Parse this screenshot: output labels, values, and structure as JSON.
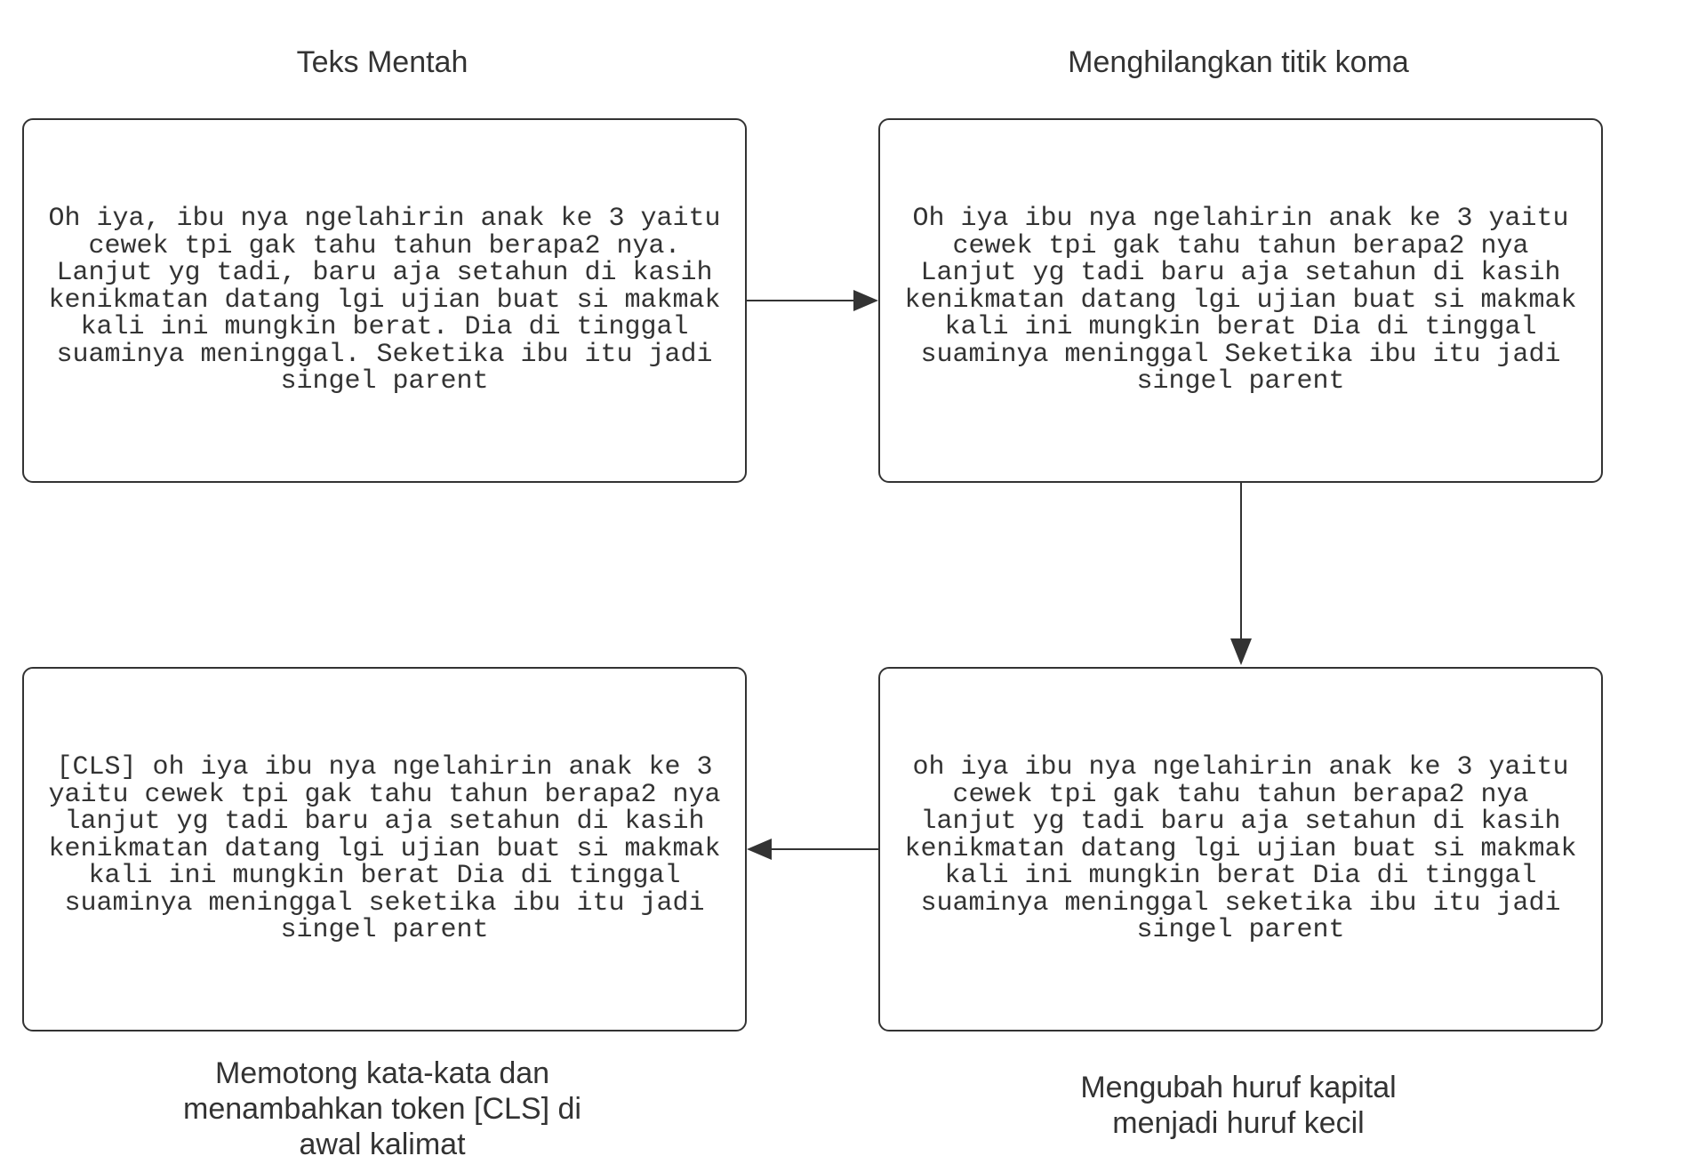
{
  "steps": [
    {
      "title": "Teks Mentah",
      "text": "Oh iya, ibu nya ngelahirin anak ke 3 yaitu\ncewek tpi gak tahu tahun berapa2 nya.\nLanjut yg tadi, baru aja setahun di kasih\nkenikmatan datang lgi ujian buat si makmak\nkali ini mungkin berat. Dia di tinggal\nsuaminya meninggal. Seketika ibu itu jadi\nsingel parent"
    },
    {
      "title": "Menghilangkan titik koma",
      "text": "Oh iya ibu nya ngelahirin anak ke 3 yaitu\ncewek tpi gak tahu tahun berapa2 nya\nLanjut yg tadi baru aja setahun di kasih\nkenikmatan datang lgi ujian buat si makmak\nkali ini mungkin berat Dia di tinggal\nsuaminya meninggal Seketika ibu itu jadi\nsingel parent"
    },
    {
      "title": "Mengubah huruf kapital\nmenjadi huruf kecil",
      "text": "oh iya ibu nya ngelahirin anak ke 3 yaitu\ncewek tpi gak tahu tahun berapa2 nya\nlanjut yg tadi baru aja setahun di kasih\nkenikmatan datang lgi ujian buat si makmak\nkali ini mungkin berat Dia di tinggal\nsuaminya meninggal seketika ibu itu jadi\nsingel parent"
    },
    {
      "title": "Memotong kata-kata dan\nmenambahkan token [CLS] di\nawal kalimat",
      "text": "[CLS] oh iya ibu nya ngelahirin anak ke 3\nyaitu cewek tpi gak tahu tahun berapa2 nya\nlanjut yg tadi baru aja setahun di kasih\nkenikmatan datang lgi ujian buat si makmak\nkali ini mungkin berat Dia di tinggal\nsuaminya meninggal seketika ibu itu jadi\nsingel parent"
    }
  ],
  "colors": {
    "stroke": "#333333",
    "text": "#333333",
    "background": "#ffffff"
  }
}
